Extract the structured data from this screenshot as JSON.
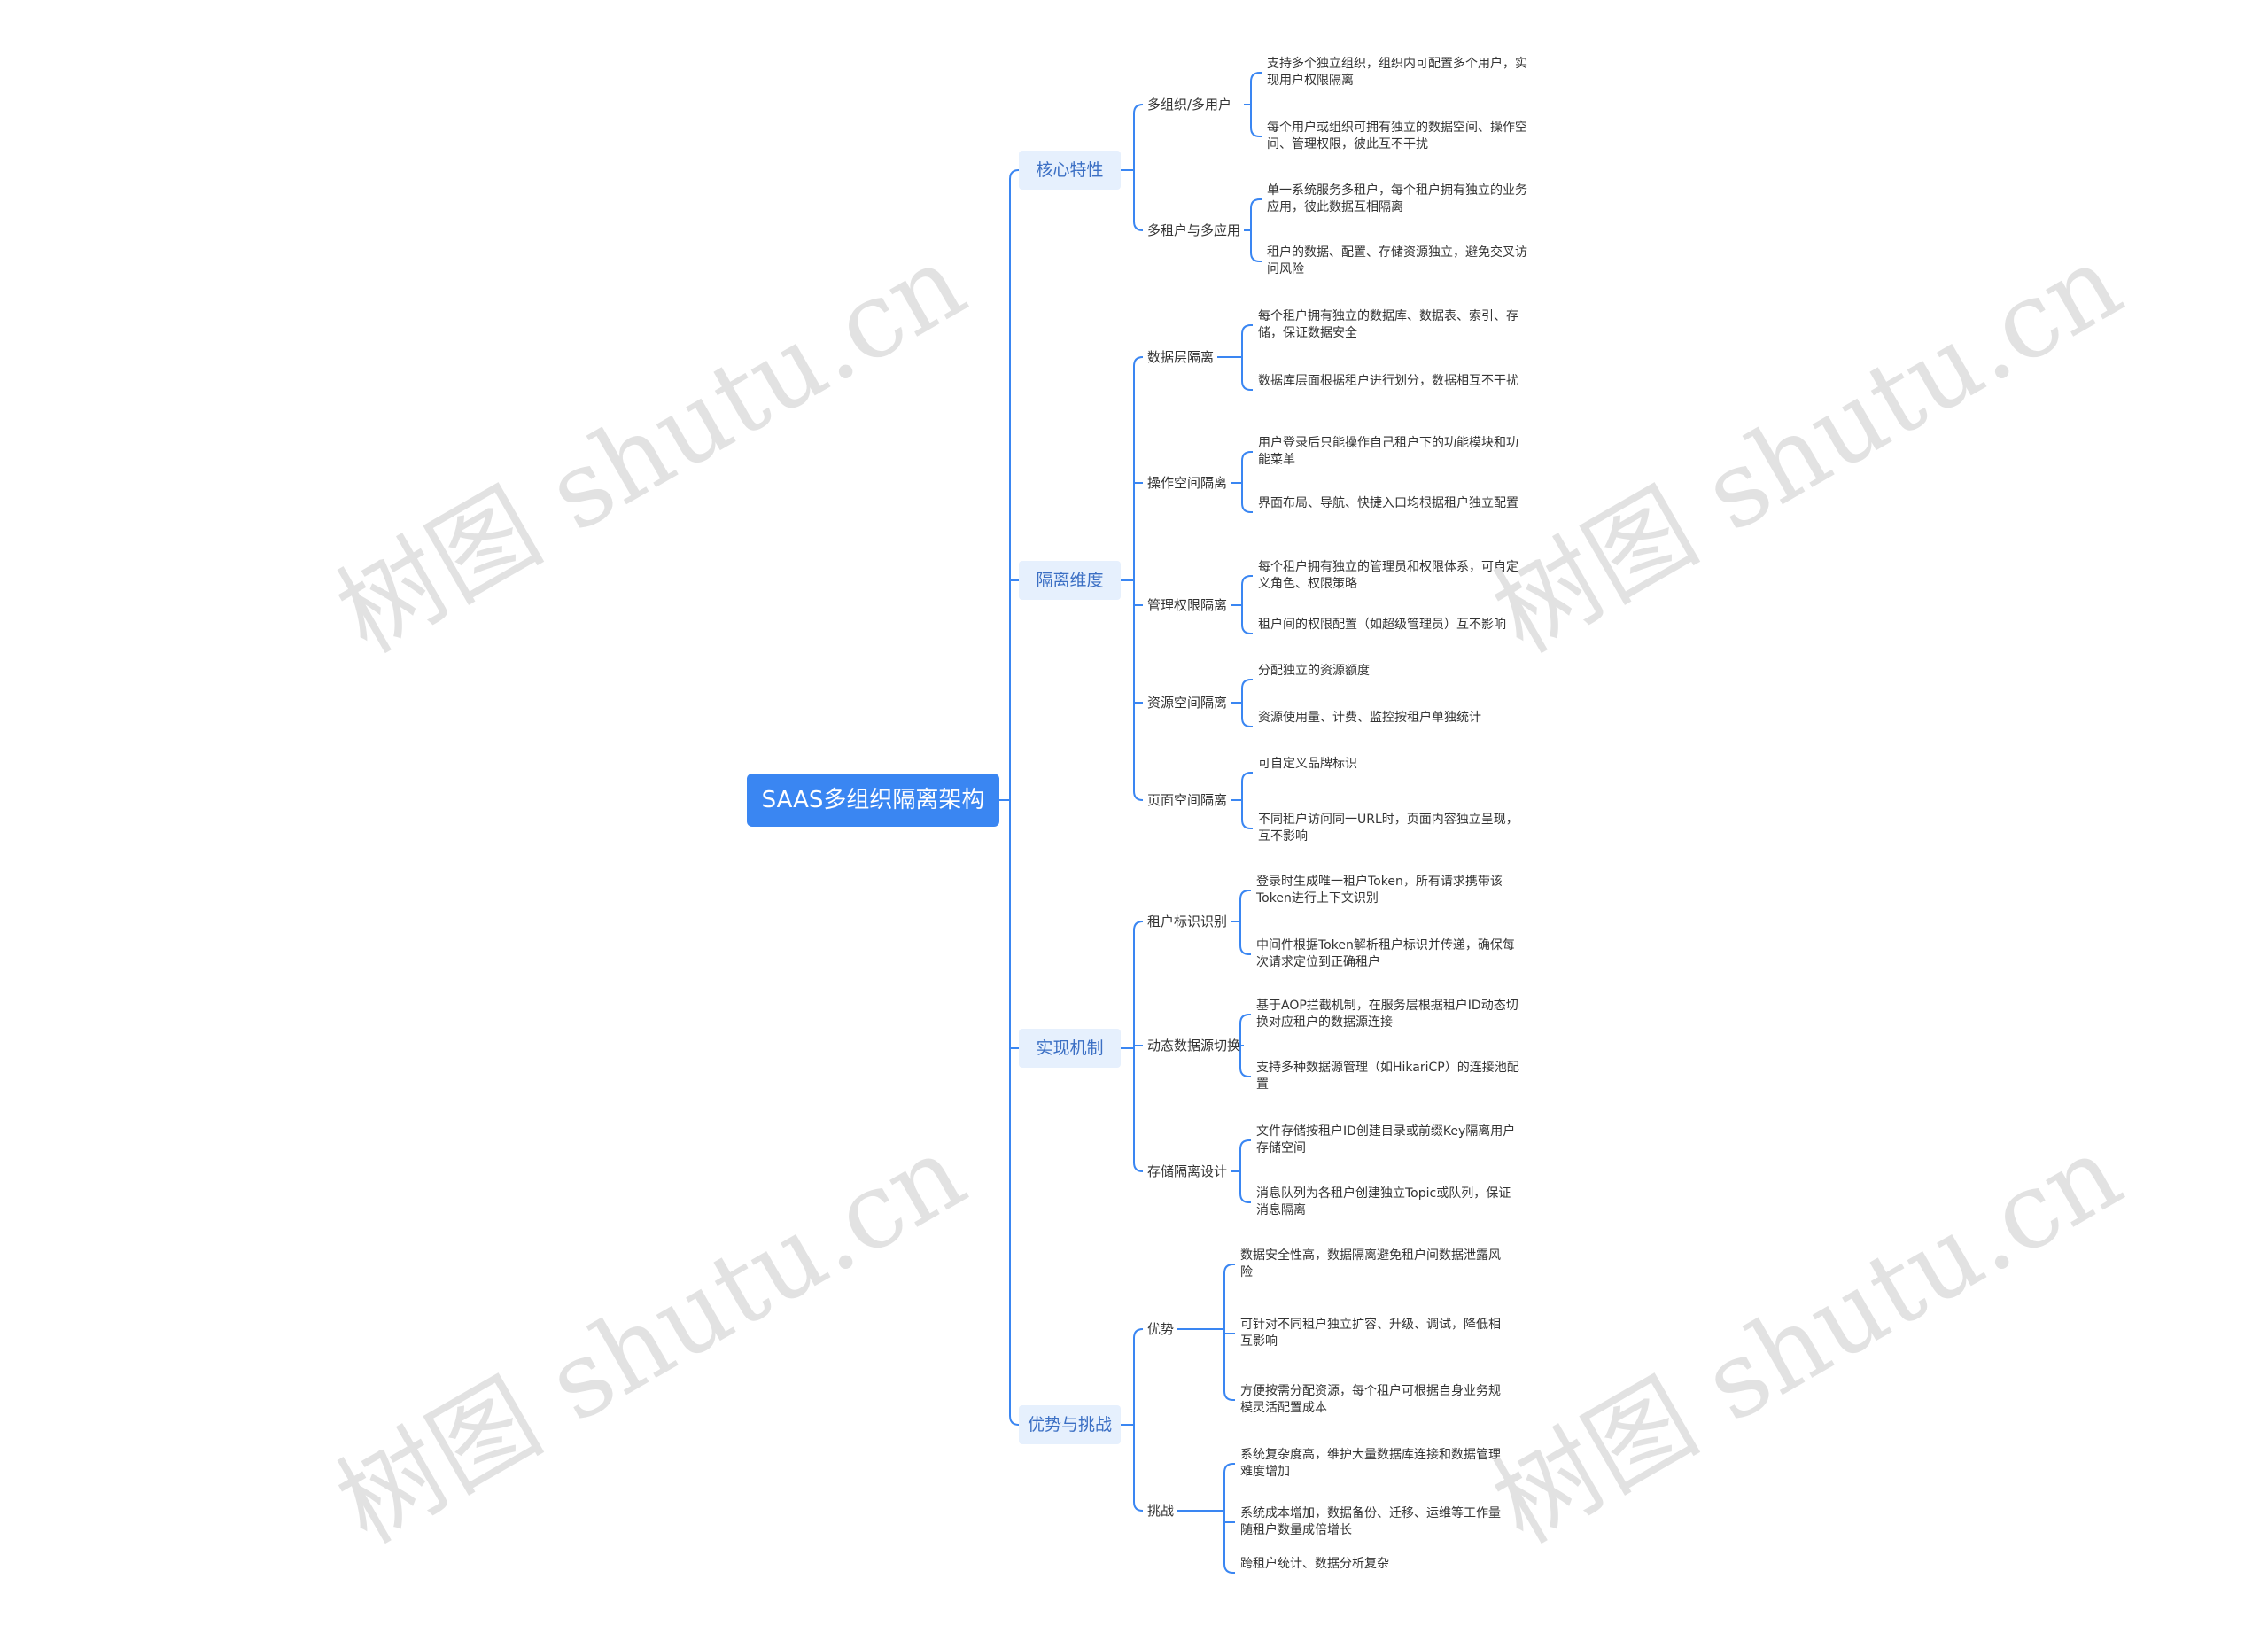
{
  "watermark": "树图 shutu.cn",
  "colors": {
    "accent": "#3a86f2",
    "branch_bg": "#e6f0fd",
    "branch_text": "#3b6fc4",
    "line": "#3a86f2"
  },
  "root": {
    "label": "SAAS多组织隔离架构"
  },
  "branches": [
    {
      "label": "核心特性",
      "children": [
        {
          "label": "多组织/多用户",
          "leaves": [
            "支持多个独立组织，组织内可配置多个用户，实现用户权限隔离",
            "每个用户或组织可拥有独立的数据空间、操作空间、管理权限，彼此互不干扰"
          ]
        },
        {
          "label": "多租户与多应用",
          "leaves": [
            "单一系统服务多租户，每个租户拥有独立的业务应用，彼此数据互相隔离",
            "租户的数据、配置、存储资源独立，避免交叉访问风险"
          ]
        }
      ]
    },
    {
      "label": "隔离维度",
      "children": [
        {
          "label": "数据层隔离",
          "leaves": [
            "每个租户拥有独立的数据库、数据表、索引、存储，保证数据安全",
            "数据库层面根据租户进行划分，数据相互不干扰"
          ]
        },
        {
          "label": "操作空间隔离",
          "leaves": [
            "用户登录后只能操作自己租户下的功能模块和功能菜单",
            "界面布局、导航、快捷入口均根据租户独立配置"
          ]
        },
        {
          "label": "管理权限隔离",
          "leaves": [
            "每个租户拥有独立的管理员和权限体系，可自定义角色、权限策略",
            "租户间的权限配置（如超级管理员）互不影响"
          ]
        },
        {
          "label": "资源空间隔离",
          "leaves": [
            "分配独立的资源额度",
            "资源使用量、计费、监控按租户单独统计"
          ]
        },
        {
          "label": "页面空间隔离",
          "leaves": [
            "可自定义品牌标识",
            "不同租户访问同一URL时，页面内容独立呈现，互不影响"
          ]
        }
      ]
    },
    {
      "label": "实现机制",
      "children": [
        {
          "label": "租户标识识别",
          "leaves": [
            "登录时生成唯一租户Token，所有请求携带该Token进行上下文识别",
            "中间件根据Token解析租户标识并传递，确保每次请求定位到正确租户"
          ]
        },
        {
          "label": "动态数据源切换",
          "leaves": [
            "基于AOP拦截机制，在服务层根据租户ID动态切换对应租户的数据源连接",
            "支持多种数据源管理（如HikariCP）的连接池配置"
          ]
        },
        {
          "label": "存储隔离设计",
          "leaves": [
            "文件存储按租户ID创建目录或前缀Key隔离用户存储空间",
            "消息队列为各租户创建独立Topic或队列，保证消息隔离"
          ]
        }
      ]
    },
    {
      "label": "优势与挑战",
      "children": [
        {
          "label": "优势",
          "leaves": [
            "数据安全性高，数据隔离避免租户间数据泄露风险",
            "可针对不同租户独立扩容、升级、调试，降低相互影响",
            "方便按需分配资源，每个租户可根据自身业务规模灵活配置成本"
          ]
        },
        {
          "label": "挑战",
          "leaves": [
            "系统复杂度高，维护大量数据库连接和数据管理难度增加",
            "系统成本增加，数据备份、迁移、运维等工作量随租户数量成倍增长",
            "跨租户统计、数据分析复杂"
          ]
        }
      ]
    }
  ]
}
